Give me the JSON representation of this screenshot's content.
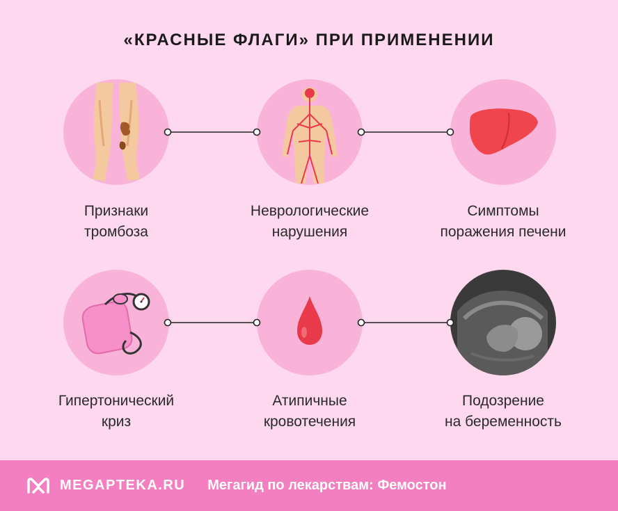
{
  "title": "«КРАСНЫЕ ФЛАГИ» ПРИ ПРИМЕНЕНИИ",
  "items": [
    {
      "label_line1": "Признаки",
      "label_line2": "тромбоза",
      "icon": "legs-thrombosis-icon"
    },
    {
      "label_line1": "Неврологические",
      "label_line2": "нарушения",
      "icon": "nervous-system-icon"
    },
    {
      "label_line1": "Симптомы",
      "label_line2": "поражения печени",
      "icon": "liver-icon"
    },
    {
      "label_line1": "Гипертонический",
      "label_line2": "криз",
      "icon": "blood-pressure-monitor-icon"
    },
    {
      "label_line1": "Атипичные",
      "label_line2": "кровотечения",
      "icon": "blood-drop-icon"
    },
    {
      "label_line1": "Подозрение",
      "label_line2": "на беременность",
      "icon": "ultrasound-fetus-icon"
    }
  ],
  "footer": {
    "brand": "MEGAPTEKA.RU",
    "tagline": "Мегагид по лекарствам: Фемостон"
  },
  "colors": {
    "background": "#fdd8ee",
    "circle": "#f9b2d8",
    "footer": "#f47fc0",
    "accent_red": "#e83a4a"
  }
}
